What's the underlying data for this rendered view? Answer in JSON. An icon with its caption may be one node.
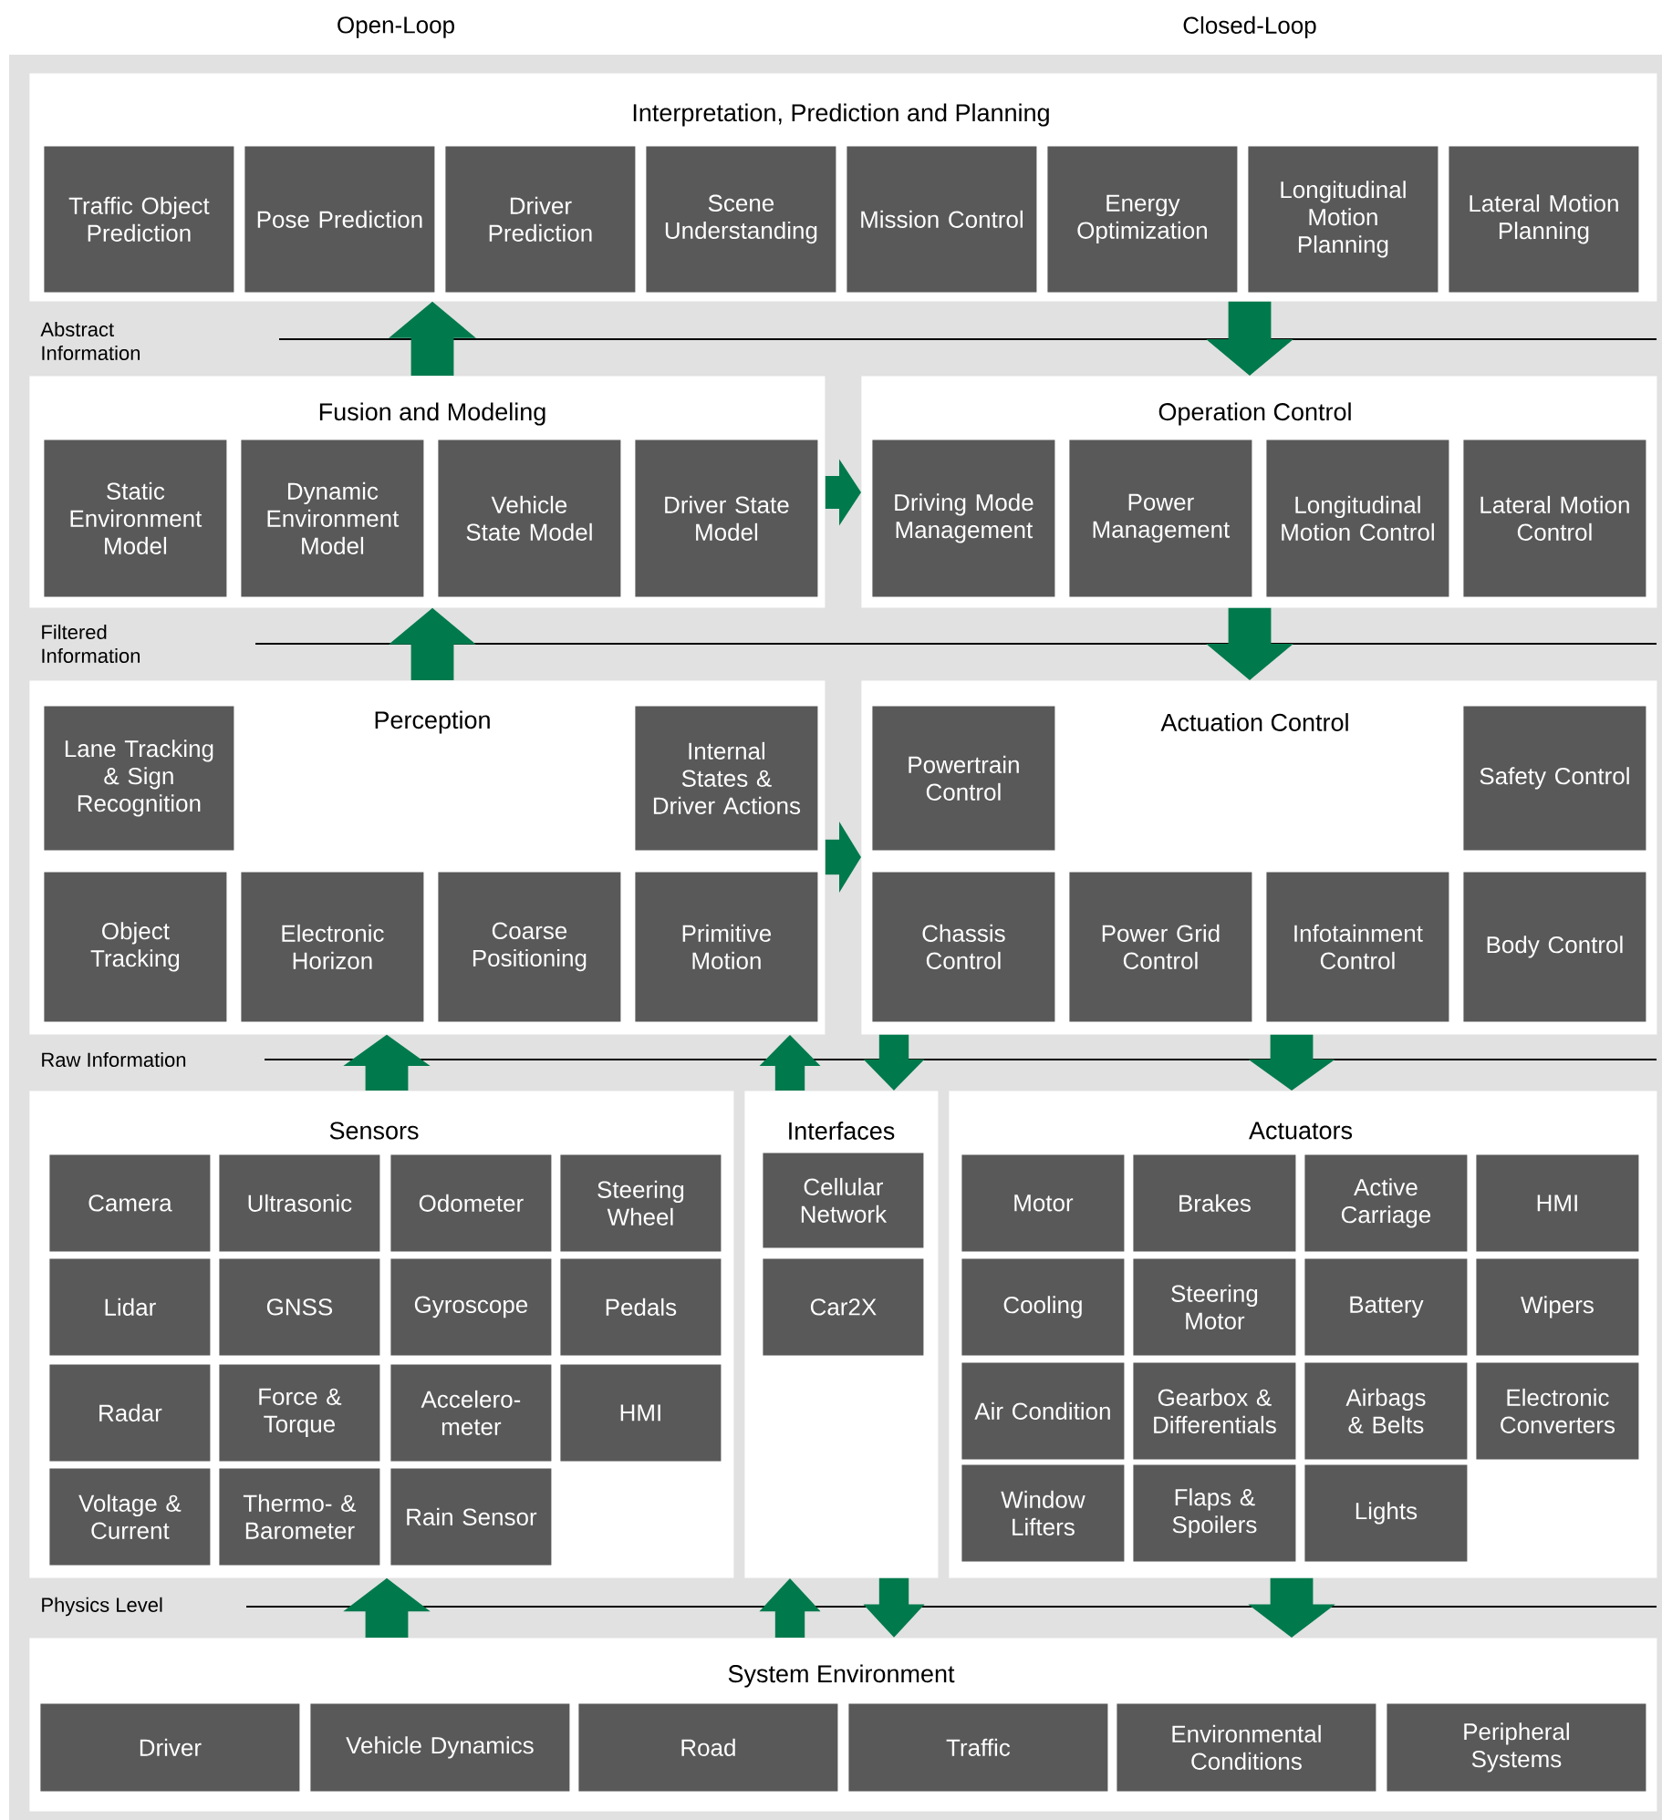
{
  "diagram": {
    "nodes": [
      {
        "text": [
          "Interpretation, Prediction and Planning"
        ]
      },
      {
        "text": [
          "Traffic Object Prediction"
        ],
        "in": 0
      },
      {
        "text": [
          "Pose Prediction"
        ],
        "in": 0
      },
      {
        "text": [
          "Driver Prediction"
        ],
        "in": 0
      },
      {
        "text": [
          "Scene Understanding"
        ],
        "in": 0
      },
      {
        "text": [
          "Mission Control"
        ],
        "in": 0
      },
      {
        "text": [
          "Energy Optimization"
        ],
        "in": 0
      },
      {
        "text": [
          "Longitudinal Motion Planning"
        ],
        "in": 0
      },
      {
        "text": [
          "Lateral Motion Planning"
        ],
        "in": 0
      },
      {
        "text": [
          "Fusion and Modeling"
        ]
      },
      {
        "text": [
          "Static Environment Model"
        ],
        "in": 9
      },
      {
        "text": [
          "Dynamic Environment Model"
        ],
        "in": 9
      },
      {
        "text": [
          "Vehicle State Model"
        ],
        "in": 9
      },
      {
        "text": [
          "Driver State Model"
        ],
        "in": 9
      },
      {
        "text": [
          "Operation Control"
        ]
      },
      {
        "text": [
          "Driving Mode Management"
        ],
        "in": 14
      },
      {
        "text": [
          "Power Management"
        ],
        "in": 14
      },
      {
        "text": [
          "Longitudinal Motion Control"
        ],
        "in": 14
      },
      {
        "text": [
          "Lateral Motion Control"
        ],
        "in": 14
      },
      {
        "text": [
          "Perception"
        ]
      },
      {
        "text": [
          "Lane Tracking & Sign Recognition"
        ],
        "in": 19
      },
      {
        "text": [
          "Internal States & Driver Actions"
        ],
        "in": 19
      },
      {
        "text": [
          "Object Tracking"
        ],
        "in": 19
      },
      {
        "text": [
          "Electronic Horizon"
        ],
        "in": 19
      },
      {
        "text": [
          "Coarse Positioning"
        ],
        "in": 19
      },
      {
        "text": [
          "Primitive Motion"
        ],
        "in": 19
      },
      {
        "text": [
          "Actuation Control"
        ]
      },
      {
        "text": [
          "Powertrain Control"
        ],
        "in": 26
      },
      {
        "text": [
          "Safety Control"
        ],
        "in": 26
      },
      {
        "text": [
          "Chassis Control"
        ],
        "in": 26
      },
      {
        "text": [
          "Power Grid Control"
        ],
        "in": 26
      },
      {
        "text": [
          "Infotainment Control"
        ],
        "in": 26
      },
      {
        "text": [
          "Body Control"
        ],
        "in": 26
      },
      {
        "text": [
          "Sensors"
        ]
      },
      {
        "text": [
          "Camera"
        ],
        "in": 33
      },
      {
        "text": [
          "Ultrasonic"
        ],
        "in": 33
      },
      {
        "text": [
          "Odometer"
        ],
        "in": 33
      },
      {
        "text": [
          "Steering Wheel"
        ],
        "in": 33
      },
      {
        "text": [
          "Lidar"
        ],
        "in": 33
      },
      {
        "text": [
          "GNSS"
        ],
        "in": 33
      },
      {
        "text": [
          "Gyroscope"
        ],
        "in": 33
      },
      {
        "text": [
          "Pedals"
        ],
        "in": 33
      },
      {
        "text": [
          "Radar"
        ],
        "in": 33
      },
      {
        "text": [
          "Force & Torque"
        ],
        "in": 33
      },
      {
        "text": [
          "Accelero- meter"
        ],
        "in": 33
      },
      {
        "text": [
          "HMI"
        ],
        "in": 33
      },
      {
        "text": [
          "Voltage & Current"
        ],
        "in": 33
      },
      {
        "text": [
          "Thermo- & Barometer"
        ],
        "in": 33
      },
      {
        "text": [
          "Rain Sensor"
        ],
        "in": 33
      },
      {
        "text": [
          "Interfaces"
        ]
      },
      {
        "text": [
          "Cellular Network"
        ],
        "in": 49
      },
      {
        "text": [
          "Car2X"
        ],
        "in": 49
      },
      {
        "text": [
          "Actuators"
        ]
      },
      {
        "text": [
          "Motor"
        ],
        "in": 52
      },
      {
        "text": [
          "Brakes"
        ],
        "in": 52
      },
      {
        "text": [
          "Active Carriage"
        ],
        "in": 52
      },
      {
        "text": [
          "HMI"
        ],
        "in": 52
      },
      {
        "text": [
          "Cooling"
        ],
        "in": 52
      },
      {
        "text": [
          "Steering Motor"
        ],
        "in": 52
      },
      {
        "text": [
          "Battery"
        ],
        "in": 52
      },
      {
        "text": [
          "Wipers"
        ],
        "in": 52
      },
      {
        "text": [
          "Air Condition"
        ],
        "in": 52
      },
      {
        "text": [
          "Gearbox & Differentials"
        ],
        "in": 52
      },
      {
        "text": [
          "Airbags & Belts"
        ],
        "in": 52
      },
      {
        "text": [
          "Electronic Converters"
        ],
        "in": 52
      },
      {
        "text": [
          "Window Lifters"
        ],
        "in": 52
      },
      {
        "text": [
          "Flaps & Spoilers"
        ],
        "in": 52
      },
      {
        "text": [
          "Lights"
        ],
        "in": 52
      },
      {
        "text": [
          "System Environment"
        ]
      },
      {
        "text": [
          "Driver"
        ],
        "in": 68
      },
      {
        "text": [
          "Vehicle Dynamics"
        ],
        "in": 68
      },
      {
        "text": [
          "Road"
        ],
        "in": 68
      },
      {
        "text": [
          "Traffic"
        ],
        "in": 68
      },
      {
        "text": [
          "Environmental Conditions"
        ],
        "in": 68
      },
      {
        "text": [
          "Peripheral Systems"
        ],
        "in": 68
      }
    ],
    "edges": [
      {
        "from": 9,
        "to": 0,
        "arrow": "to"
      },
      {
        "from": 0,
        "to": 14,
        "arrow": "to"
      },
      {
        "from": 9,
        "to": 14,
        "arrow": "to"
      },
      {
        "from": 19,
        "to": 9,
        "arrow": "to"
      },
      {
        "from": 14,
        "to": 26,
        "arrow": "to"
      },
      {
        "from": 19,
        "to": 26,
        "arrow": "to"
      },
      {
        "from": 33,
        "to": 19,
        "arrow": "to"
      },
      {
        "from": 49,
        "to": 19,
        "arrow": "to"
      },
      {
        "from": 26,
        "to": 49,
        "arrow": "to"
      },
      {
        "from": 26,
        "to": 52,
        "arrow": "to"
      },
      {
        "from": 68,
        "to": 33,
        "arrow": "to"
      },
      {
        "from": 68,
        "to": 49,
        "arrow": "to"
      },
      {
        "from": 49,
        "to": 68,
        "arrow": "to"
      },
      {
        "from": 52,
        "to": 68,
        "arrow": "to"
      }
    ],
    "labels": [
      "Open-Loop",
      "Closed-Loop",
      "Abstract Information",
      "Filtered Information",
      "Raw Information",
      "Physics Level"
    ]
  }
}
